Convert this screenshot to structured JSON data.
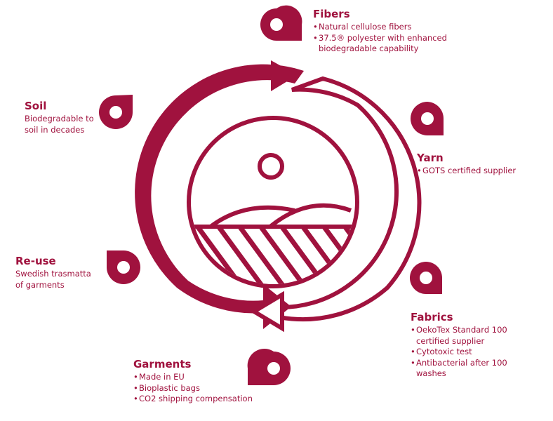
{
  "theme": {
    "accent": "#a0123e",
    "background": "#ffffff"
  },
  "center_icon": "landscape-with-sun-icon",
  "cycle_icon": "circular-arrows-icon",
  "stages": {
    "fibers": {
      "icon": "location-pin-icon",
      "title": "Fibers",
      "bullets": [
        "Natural cellulose fibers",
        "37.5® polyester with enhanced biodegradable capability"
      ]
    },
    "yarn": {
      "icon": "location-pin-icon",
      "title": "Yarn",
      "bullets": [
        "GOTS certified supplier"
      ]
    },
    "fabrics": {
      "icon": "location-pin-icon",
      "title": "Fabrics",
      "bullets": [
        "OekoTex Standard 100 certified supplier",
        "Cytotoxic test",
        "Antibacterial after 100 washes"
      ]
    },
    "garments": {
      "icon": "location-pin-icon",
      "title": "Garments",
      "bullets": [
        "Made in EU",
        "Bioplastic bags",
        "CO2 shipping compensation"
      ]
    },
    "reuse": {
      "icon": "location-pin-icon",
      "title": "Re-use",
      "text": "Swedish trasmatta of garments"
    },
    "soil": {
      "icon": "location-pin-icon",
      "title": "Soil",
      "text": "Biodegradable to soil in decades"
    }
  }
}
